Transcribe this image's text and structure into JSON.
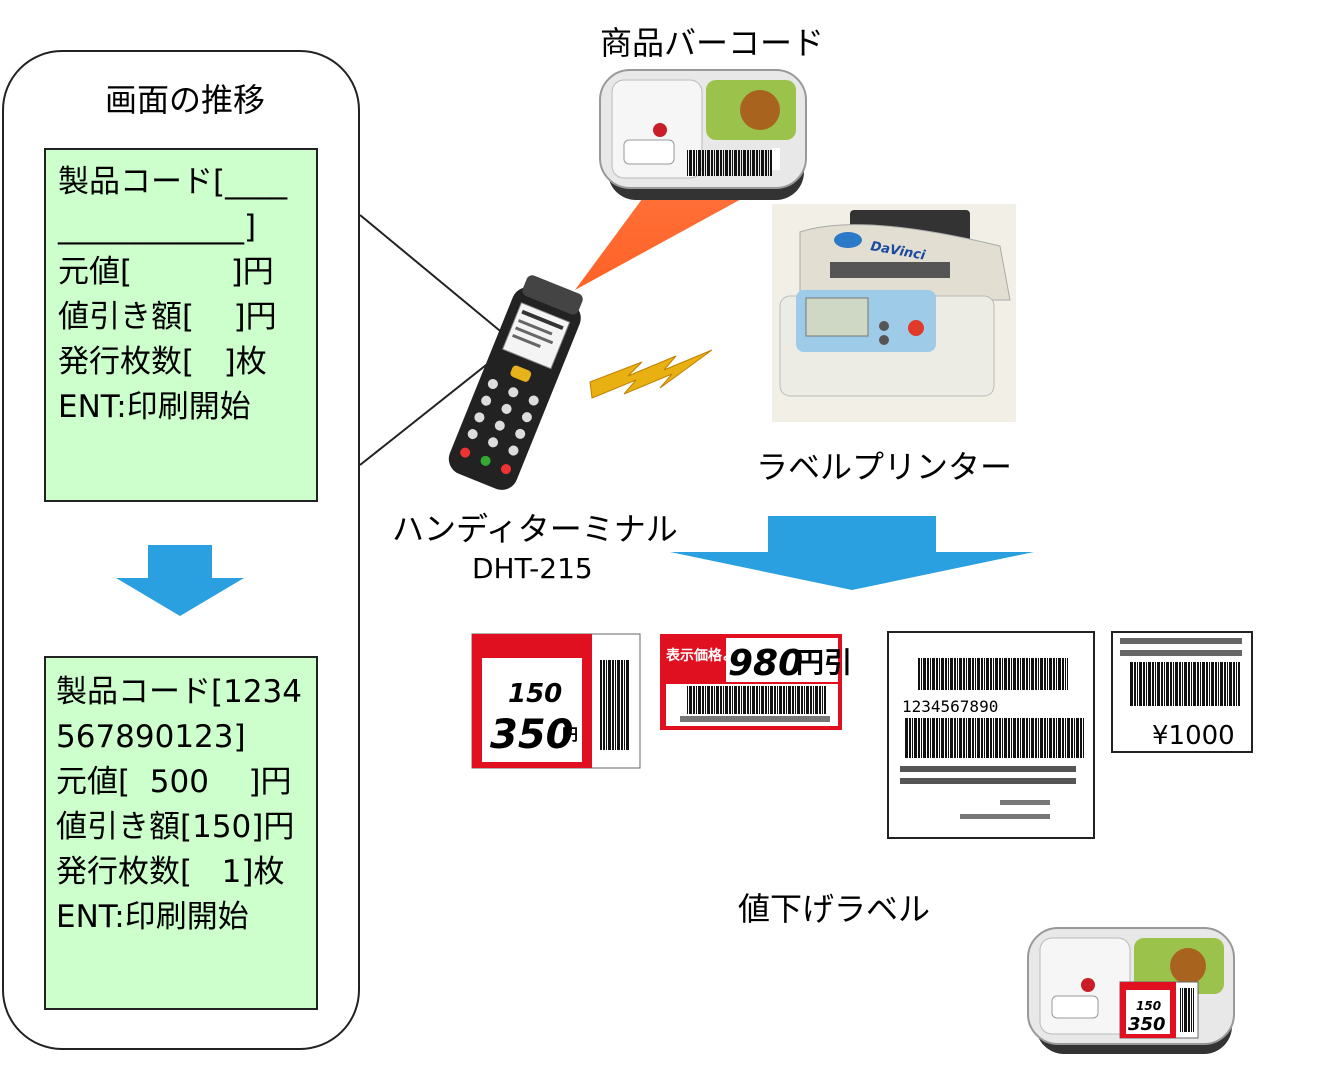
{
  "panel": {
    "title": "画面の推移",
    "screen_before": {
      "lines": [
        "製品コード[____",
        "____________]",
        "元値[          ]円",
        "値引き額[    ]円",
        "発行枚数[   ]枚",
        "",
        "ENT:印刷開始"
      ]
    },
    "screen_after": {
      "lines": [
        "製品コード[1234",
        "567890123]",
        "元値[  500    ]円",
        "値引き額[150]円",
        "発行枚数[   1]枚",
        "",
        "ENT:印刷開始"
      ]
    }
  },
  "labels": {
    "product_barcode": "商品バーコード",
    "label_printer": "ラベルプリンター",
    "handy_terminal": "ハンディターミナル",
    "handy_model": "DHT-215",
    "markdown_label": "値下げラベル"
  },
  "printer": {
    "brand": "DaVinci"
  },
  "tags": {
    "tag1_old_price": "150",
    "tag1_new_price": "350",
    "tag1_yen": "円",
    "tag2_header": "表示価格より",
    "tag2_amount": "980",
    "tag2_unit": "円引",
    "tag3_number": "1234567890",
    "tag4_price": "¥1000"
  },
  "colors": {
    "screen_bg": "#ccffcc",
    "arrow": "#2aa0e0",
    "scan_beam": "#ff6a2a",
    "tag_red": "#e01020"
  }
}
